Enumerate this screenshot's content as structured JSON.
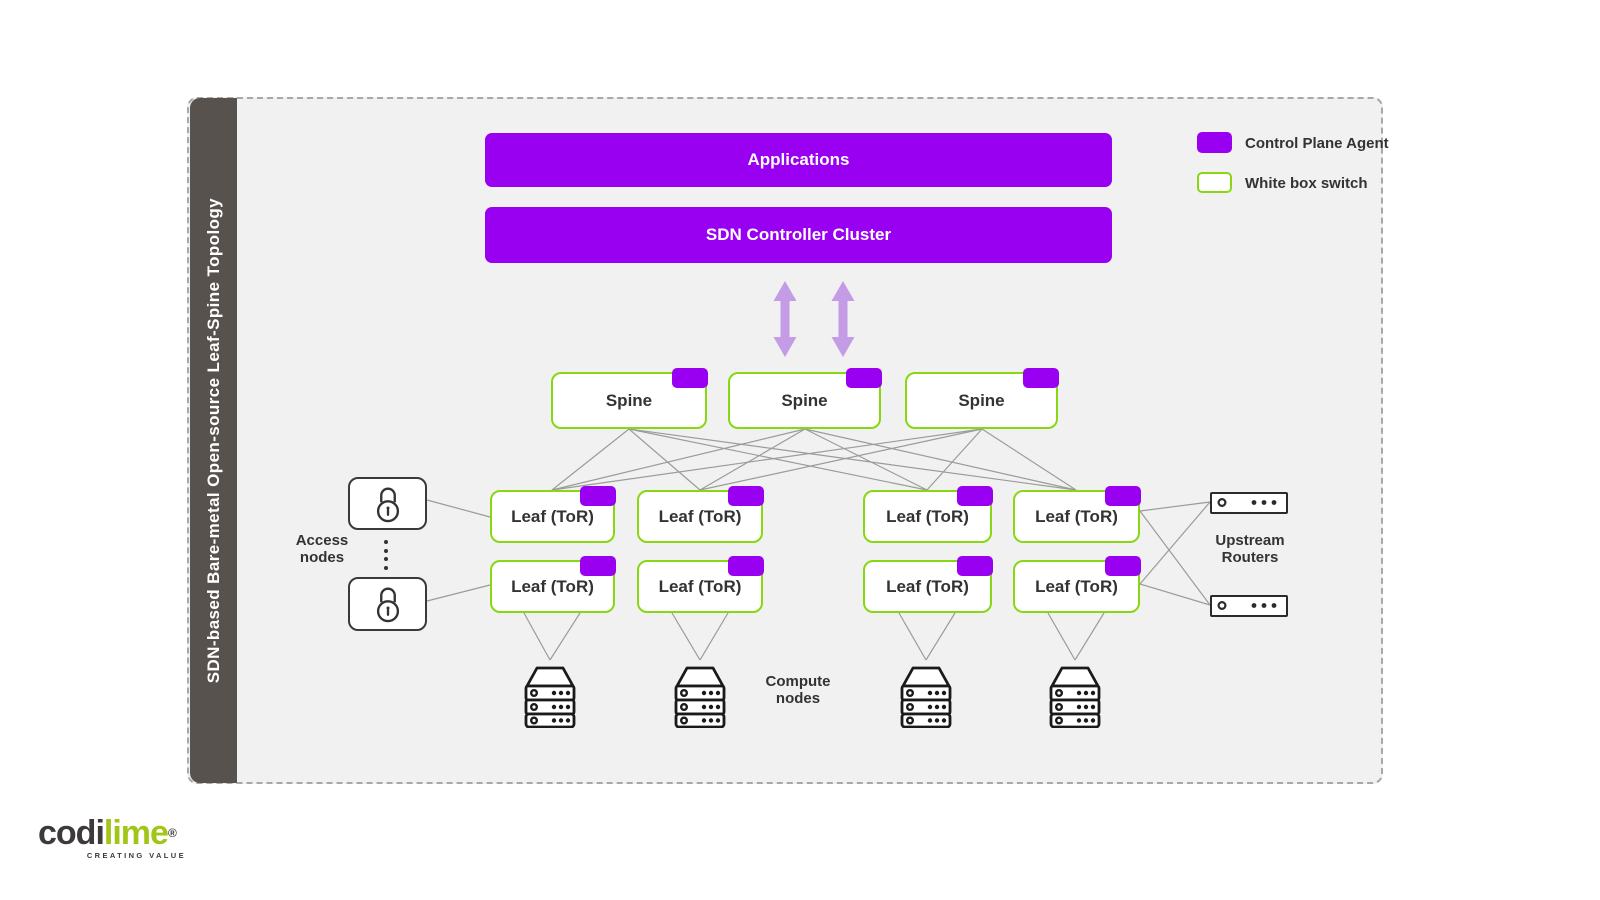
{
  "colors": {
    "purple": "#9900F2",
    "light_purple": "#C49CE6",
    "lime_border": "#87D812",
    "sidebar_gray": "#57524E",
    "canvas_gray": "#F1F1F1",
    "connection_line_gray": "#9B9B9B",
    "text_dark": "#333333",
    "logo_green": "#A2C617"
  },
  "sidebar": {
    "title": "SDN-based Bare-metal Open-source Leaf-Spine Topology"
  },
  "bars": {
    "applications": "Applications",
    "sdn_controller": "SDN Controller Cluster"
  },
  "legend": {
    "control_plane_agent": "Control Plane Agent",
    "white_box_switch": "White box switch"
  },
  "spines": [
    "Spine",
    "Spine",
    "Spine"
  ],
  "leaves": [
    "Leaf (ToR)",
    "Leaf (ToR)",
    "Leaf (ToR)",
    "Leaf (ToR)",
    "Leaf (ToR)",
    "Leaf (ToR)",
    "Leaf (ToR)",
    "Leaf (ToR)"
  ],
  "labels": {
    "access_line1": "Access",
    "access_line2": "nodes",
    "compute_line1": "Compute",
    "compute_line2": "nodes",
    "routers_line1": "Upstream",
    "routers_line2": "Routers"
  },
  "logo": {
    "part1": "codi",
    "part2": "lime",
    "registered": "®",
    "tagline": "CREATING VALUE"
  }
}
